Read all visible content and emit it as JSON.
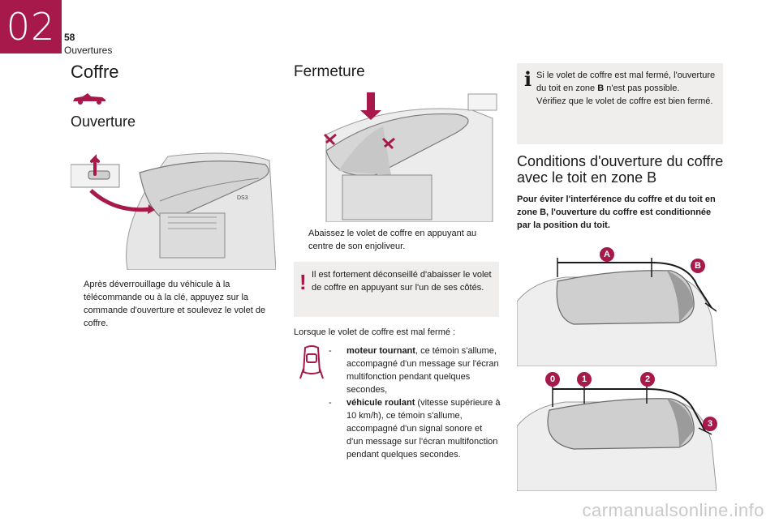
{
  "header": {
    "chapter": "02",
    "page_number": "58",
    "section": "Ouvertures"
  },
  "left": {
    "title": "Coffre",
    "subtitle": "Ouverture",
    "bullet": "Après déverrouillage du véhicule à la télécommande ou à la clé, appuyez sur la commande d'ouverture et soulevez le volet de coffre.",
    "bullet_mark": "",
    "illustration_badges": [
      "DS3"
    ]
  },
  "middle": {
    "title": "Fermeture",
    "bullet": "Abaissez le volet de coffre en appuyant au centre de son enjoliveur.",
    "bullet_mark": "",
    "warning": "Il est fortement déconseillé d'abaisser le volet de coffre en appuyant sur l'un de ses côtés.",
    "warning_icon": "!",
    "lead": "Lorsque le volet de coffre est mal fermé :",
    "items": [
      {
        "dash": "-",
        "bold": "moteur tournant",
        "rest": ", ce témoin s'allume, accompagné d'un message sur l'écran multifonction pendant quelques secondes,"
      },
      {
        "dash": "-",
        "bold": "véhicule roulant",
        "rest": " (vitesse supérieure à 10 km/h), ce témoin s'allume, accompagné d'un signal sonore et d'un message sur l'écran multifonction pendant quelques secondes."
      }
    ]
  },
  "right": {
    "info_icon": "i",
    "info_line1_pre": "Si le volet de coffre est mal fermé, l'ouverture du toit en zone ",
    "info_zone": "B",
    "info_line1_post": " n'est pas possible.",
    "info_line2": "Vérifiez que le volet de coffre est bien fermé.",
    "title": "Conditions d'ouverture du coffre avec le toit en zone B",
    "lead": "Pour éviter l'interférence du coffre et du toit en zone B, l'ouverture du coffre est conditionnée par la position du toit.",
    "zones_top": [
      "A",
      "B"
    ],
    "zones_bottom": [
      "0",
      "1",
      "2",
      "3"
    ]
  },
  "watermark": "carmanualsonline.info",
  "colors": {
    "accent": "#a6194a",
    "panel": "#efeeec"
  }
}
